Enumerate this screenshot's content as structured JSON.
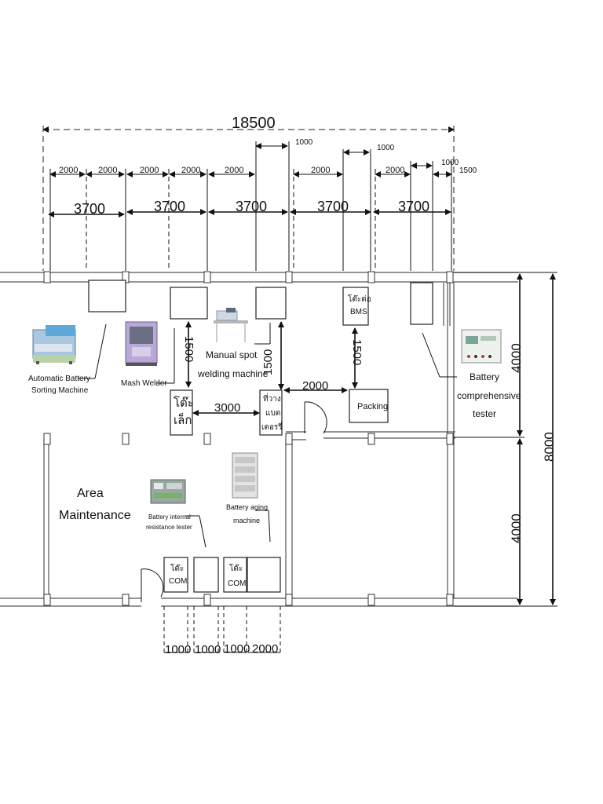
{
  "dimensions": {
    "overall_width": "18500",
    "top_row_2000": [
      "2000",
      "2000",
      "2000",
      "2000",
      "2000",
      "2000",
      "2000"
    ],
    "top_row_1000": [
      "1000",
      "1000",
      "1000"
    ],
    "top_1500": "1500",
    "bays": [
      "3700",
      "3700",
      "3700",
      "3700",
      "3700"
    ],
    "overall_depth": "8000",
    "upper_depth": "4000",
    "lower_depth": "4000",
    "gap_vertical_1": "1500",
    "gap_vertical_2": "1500",
    "gap_vertical_3": "1500",
    "gap_horizontal_1": "3000",
    "gap_horizontal_2": "2000",
    "bottom_row": [
      "1000",
      "1000",
      "1000",
      "2000"
    ]
  },
  "labels": {
    "automatic_battery_sorting_1": "Automatic  Battery",
    "automatic_battery_sorting_2": "Sorting Machine",
    "mash_welder": "Mash Welder",
    "manual_spot_1": "Manual spot",
    "manual_spot_2": "welding machine",
    "battery_tester_1": "Battery",
    "battery_tester_2": "comprehensive",
    "battery_tester_3": "tester",
    "packing": "Packing",
    "bms_table_1": "โต๊ะต่อ",
    "bms_table_2": "BMS",
    "small_table_1": "โต๊ะ",
    "small_table_2": "เล็ก",
    "battery_shelf_1": "ที่วาง",
    "battery_shelf_2": "แบต",
    "battery_shelf_3": "เตอรรี่",
    "area_1": "Area",
    "area_2": "Maintenance",
    "internal_resistance_1": "Battery internal",
    "internal_resistance_2": "resistance tester",
    "aging_1": "Battery aging",
    "aging_2": "machine",
    "com_table_a_1": "โต๊ะ",
    "com_table_a_2": "COM",
    "com_table_b_1": "โต๊ะ",
    "com_table_b_2": "COM"
  },
  "icons": {
    "sorting_machine": "sorting-machine-icon",
    "mash_welder": "mash-welder-icon",
    "spot_welder": "spot-welder-icon",
    "tester": "battery-tester-icon",
    "resistance_tester": "resistance-tester-icon",
    "aging_cabinet": "aging-cabinet-icon"
  }
}
